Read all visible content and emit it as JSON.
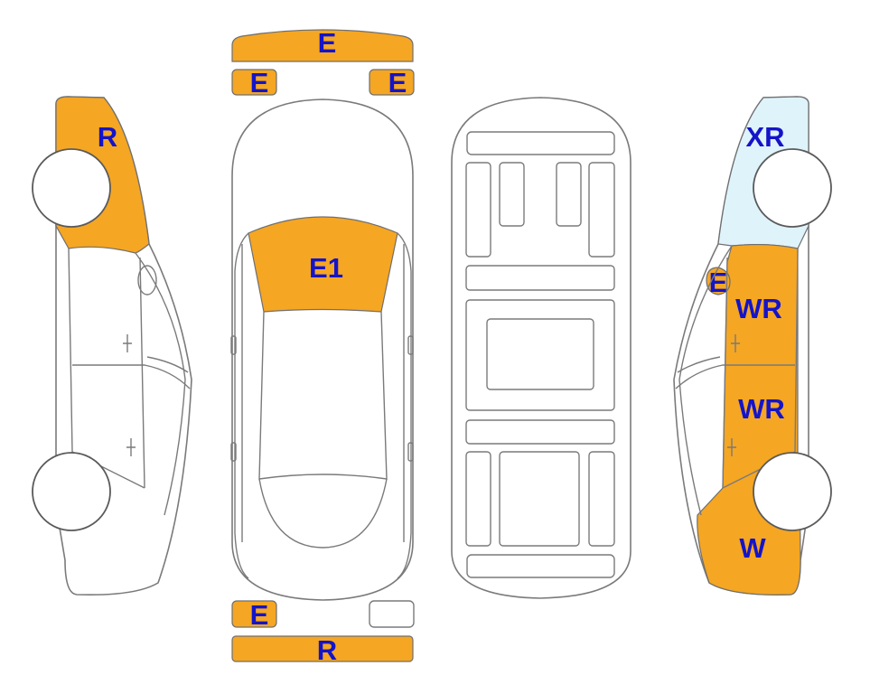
{
  "colors": {
    "damage_orange": "#f5a623",
    "light_blue": "#dff3fb",
    "label_blue": "#1414c8",
    "outline_gray": "#7a7a7a"
  },
  "labels": {
    "front_bumper_top": "E",
    "front_left_lamp": "E",
    "front_right_lamp": "E",
    "windshield": "E1",
    "rear_left_lamp": "E",
    "rear_bumper": "R",
    "left_front_fender": "R",
    "right_rear_quarter": "XR",
    "right_mirror": "E",
    "right_rear_door": "WR",
    "right_front_door": "WR",
    "right_front_fender": "W"
  }
}
